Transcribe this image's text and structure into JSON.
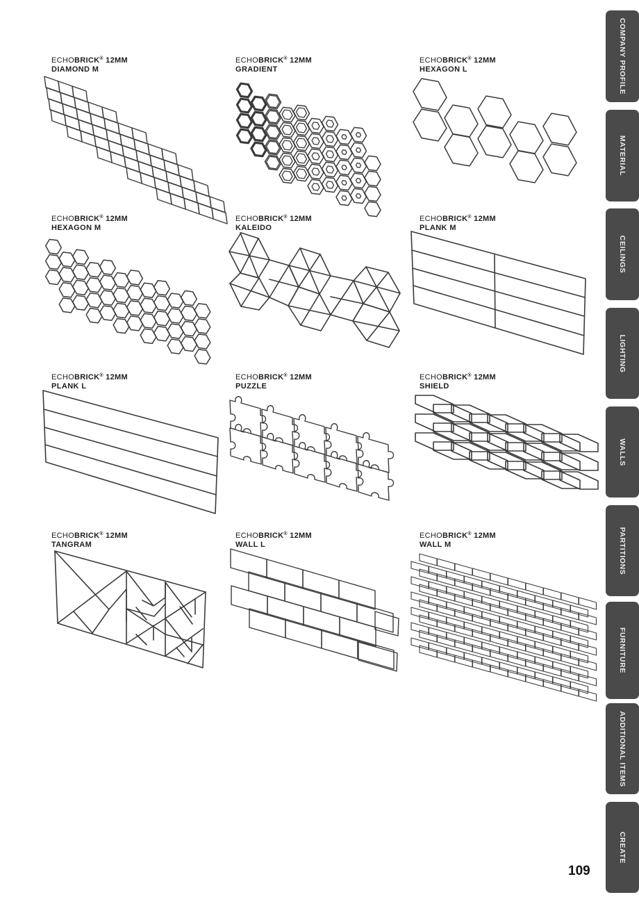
{
  "page": {
    "number": "109",
    "background": "#ffffff",
    "tab_color": "#4a4a4a"
  },
  "brand": {
    "prefix": "ECHO",
    "name": "BRICK",
    "reg": "®",
    "thickness": "12MM"
  },
  "products": [
    {
      "name": "DIAMOND M"
    },
    {
      "name": "GRADIENT"
    },
    {
      "name": "HEXAGON L"
    },
    {
      "name": "HEXAGON M"
    },
    {
      "name": "KALEIDO"
    },
    {
      "name": "PLANK M"
    },
    {
      "name": "PLANK L"
    },
    {
      "name": "PUZZLE"
    },
    {
      "name": "SHIELD"
    },
    {
      "name": "TANGRAM"
    },
    {
      "name": "WALL L"
    },
    {
      "name": "WALL M"
    }
  ],
  "side_tabs": [
    {
      "label": "COMPANY PROFILE"
    },
    {
      "label": "MATERIAL"
    },
    {
      "label": "CEILINGS"
    },
    {
      "label": "LIGHTING"
    },
    {
      "label": "WALLS"
    },
    {
      "label": "PARTITIONS"
    },
    {
      "label": "FURNITURE"
    },
    {
      "label": "ADDITIONAL ITEMS"
    },
    {
      "label": "CREATE"
    }
  ]
}
